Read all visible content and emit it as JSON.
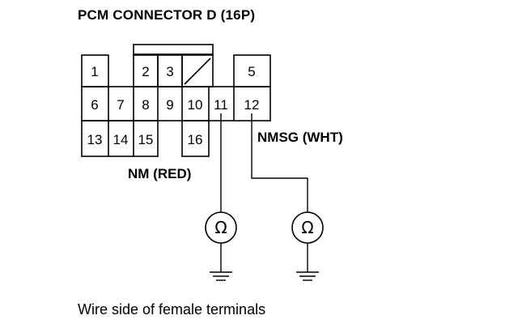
{
  "title": "PCM CONNECTOR D (16P)",
  "pins": [
    "1",
    "2",
    "3",
    "5",
    "6",
    "7",
    "8",
    "9",
    "10",
    "11",
    "12",
    "13",
    "14",
    "15",
    "16"
  ],
  "wires": {
    "nm": "NM (RED)",
    "nmsg": "NMSG (WHT)"
  },
  "caption": "Wire side of female terminals",
  "meter_symbol": "Ω",
  "colors": {
    "line": "#000000",
    "background": "#ffffff"
  }
}
